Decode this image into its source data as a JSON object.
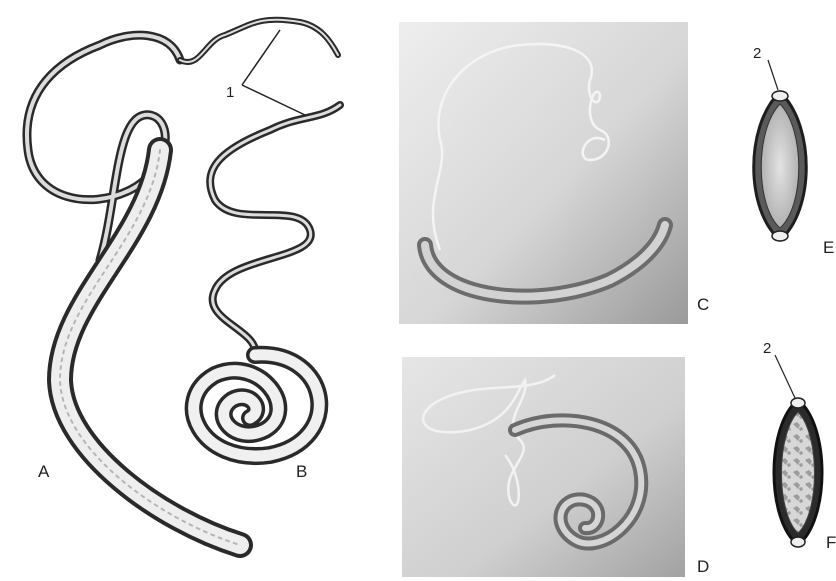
{
  "labels": {
    "a": "A",
    "b": "B",
    "c": "C",
    "d": "D",
    "e": "E",
    "f": "F",
    "pointer_1": "1",
    "pointer_2_top": "2",
    "pointer_2_bottom": "2"
  },
  "colors": {
    "worm_outline": "#2a2a2a",
    "worm_body": "#e8e8e8",
    "photo_bg_light": "#d9d9d9",
    "photo_bg_dark": "#9a9a9a",
    "egg_shell": "#222222",
    "egg_fill": "#cfcfcf"
  }
}
